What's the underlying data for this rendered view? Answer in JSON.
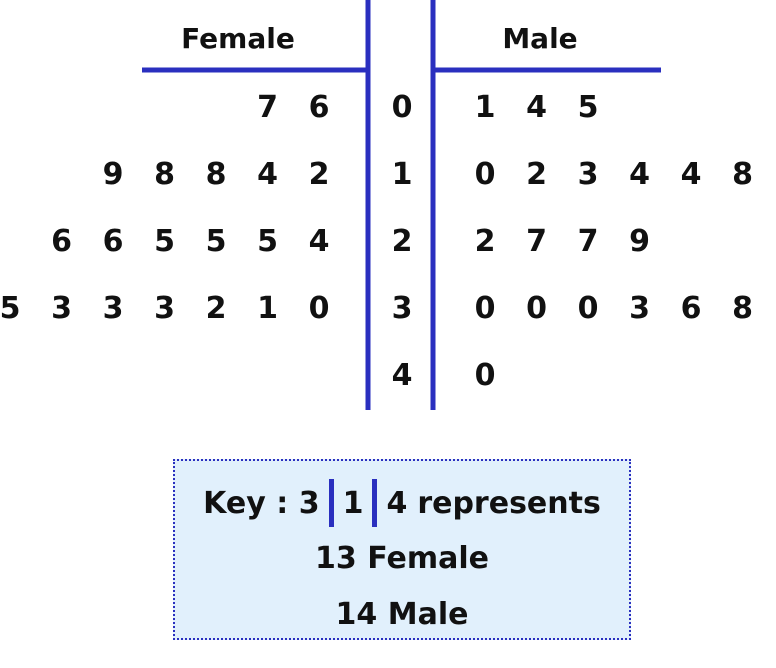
{
  "chart_data": {
    "type": "table",
    "left_header": "Female",
    "right_header": "Male",
    "stems": [
      "0",
      "1",
      "2",
      "3",
      "4"
    ],
    "left_leaves": [
      [
        "7",
        "6"
      ],
      [
        "9",
        "8",
        "8",
        "4",
        "2"
      ],
      [
        "6",
        "6",
        "5",
        "5",
        "5",
        "4"
      ],
      [
        "5",
        "3",
        "3",
        "3",
        "2",
        "1",
        "0"
      ],
      []
    ],
    "right_leaves": [
      [
        "1",
        "4",
        "5"
      ],
      [
        "0",
        "2",
        "3",
        "4",
        "4",
        "8"
      ],
      [
        "2",
        "7",
        "7",
        "9"
      ],
      [
        "0",
        "0",
        "0",
        "3",
        "6",
        "8"
      ],
      [
        "0"
      ]
    ],
    "key": {
      "prefix": "Key : ",
      "left_digit": "3",
      "stem_digit": "1",
      "right_digit": "4",
      "suffix": "represents",
      "line2": "13 Female",
      "line3": "14 Male"
    }
  },
  "colors": {
    "lines": "#2a2fbf",
    "text": "#111111",
    "key_background": "#e1f0fc"
  }
}
